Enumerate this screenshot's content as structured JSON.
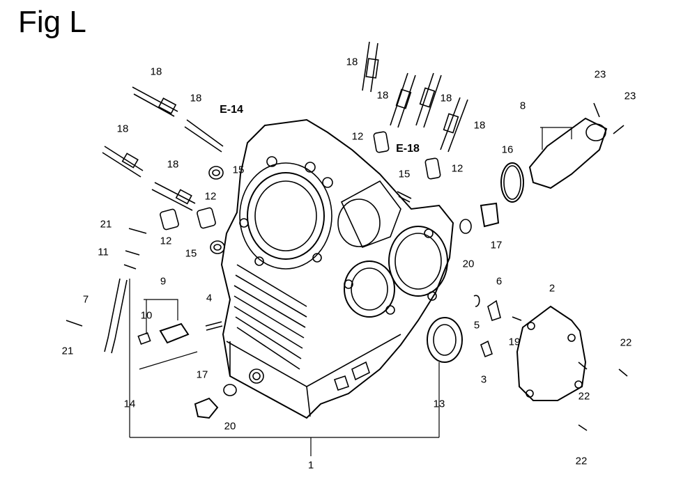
{
  "title": "Fig L",
  "references": [
    {
      "id": "ref-e14",
      "text": "E-14"
    },
    {
      "id": "ref-e18",
      "text": "E-18"
    }
  ],
  "callouts": [
    {
      "id": "c1",
      "text": "1"
    },
    {
      "id": "c2",
      "text": "2"
    },
    {
      "id": "c3",
      "text": "3"
    },
    {
      "id": "c4",
      "text": "4"
    },
    {
      "id": "c5",
      "text": "5"
    },
    {
      "id": "c6",
      "text": "6"
    },
    {
      "id": "c7",
      "text": "7"
    },
    {
      "id": "c8",
      "text": "8"
    },
    {
      "id": "c9",
      "text": "9"
    },
    {
      "id": "c10",
      "text": "10"
    },
    {
      "id": "c11",
      "text": "11"
    },
    {
      "id": "c12a",
      "text": "12"
    },
    {
      "id": "c12b",
      "text": "12"
    },
    {
      "id": "c12c",
      "text": "12"
    },
    {
      "id": "c12d",
      "text": "12"
    },
    {
      "id": "c13",
      "text": "13"
    },
    {
      "id": "c14",
      "text": "14"
    },
    {
      "id": "c15a",
      "text": "15"
    },
    {
      "id": "c15b",
      "text": "15"
    },
    {
      "id": "c15c",
      "text": "15"
    },
    {
      "id": "c16",
      "text": "16"
    },
    {
      "id": "c17a",
      "text": "17"
    },
    {
      "id": "c17b",
      "text": "17"
    },
    {
      "id": "c18a",
      "text": "18"
    },
    {
      "id": "c18b",
      "text": "18"
    },
    {
      "id": "c18c",
      "text": "18"
    },
    {
      "id": "c18d",
      "text": "18"
    },
    {
      "id": "c18e",
      "text": "18"
    },
    {
      "id": "c18f",
      "text": "18"
    },
    {
      "id": "c18g",
      "text": "18"
    },
    {
      "id": "c18h",
      "text": "18"
    },
    {
      "id": "c19",
      "text": "19"
    },
    {
      "id": "c20a",
      "text": "20"
    },
    {
      "id": "c20b",
      "text": "20"
    },
    {
      "id": "c21a",
      "text": "21"
    },
    {
      "id": "c21b",
      "text": "21"
    },
    {
      "id": "c22a",
      "text": "22"
    },
    {
      "id": "c22b",
      "text": "22"
    },
    {
      "id": "c22c",
      "text": "22"
    },
    {
      "id": "c23a",
      "text": "23"
    },
    {
      "id": "c23b",
      "text": "23"
    }
  ]
}
